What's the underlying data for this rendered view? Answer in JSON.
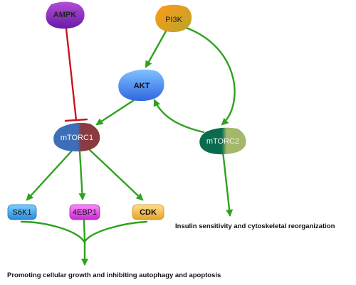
{
  "colors": {
    "activation": "#2ea21f",
    "inhibition": "#c8161d"
  },
  "nodes": {
    "ampk": {
      "label": "AMPK",
      "color_top": "#b24fd8",
      "color_bottom": "#6a1aa8"
    },
    "pi3k": {
      "label": "PI3K",
      "color_top": "#ff9a1a",
      "color_bottom": "#b8a52a"
    },
    "akt": {
      "label": "AKT",
      "color_top": "#7fc2ff",
      "color_bottom": "#2f67e0"
    },
    "mtorc1": {
      "label": "mTORC1",
      "color_left": "#3d6fb8",
      "color_right": "#8a3a40"
    },
    "mtorc2": {
      "label": "mTORC2",
      "color_left": "#0b6b4e",
      "color_right": "#a3b86a"
    },
    "s6k1": {
      "label": "S6K1",
      "color_top": "#7ad0ff",
      "color_bottom": "#2a8ad8"
    },
    "4ebp1": {
      "label": "4EBP1",
      "color_top": "#ff8cff",
      "color_bottom": "#c52ad0"
    },
    "cdk": {
      "label": "CDK",
      "color_top": "#ffe08a",
      "color_bottom": "#e4a22a"
    }
  },
  "outcomes": {
    "insulin": "Insulin sensitivity and cytoskeletal reorganization",
    "growth": "Promoting cellular growth and inhibiting autophagy and apoptosis"
  }
}
